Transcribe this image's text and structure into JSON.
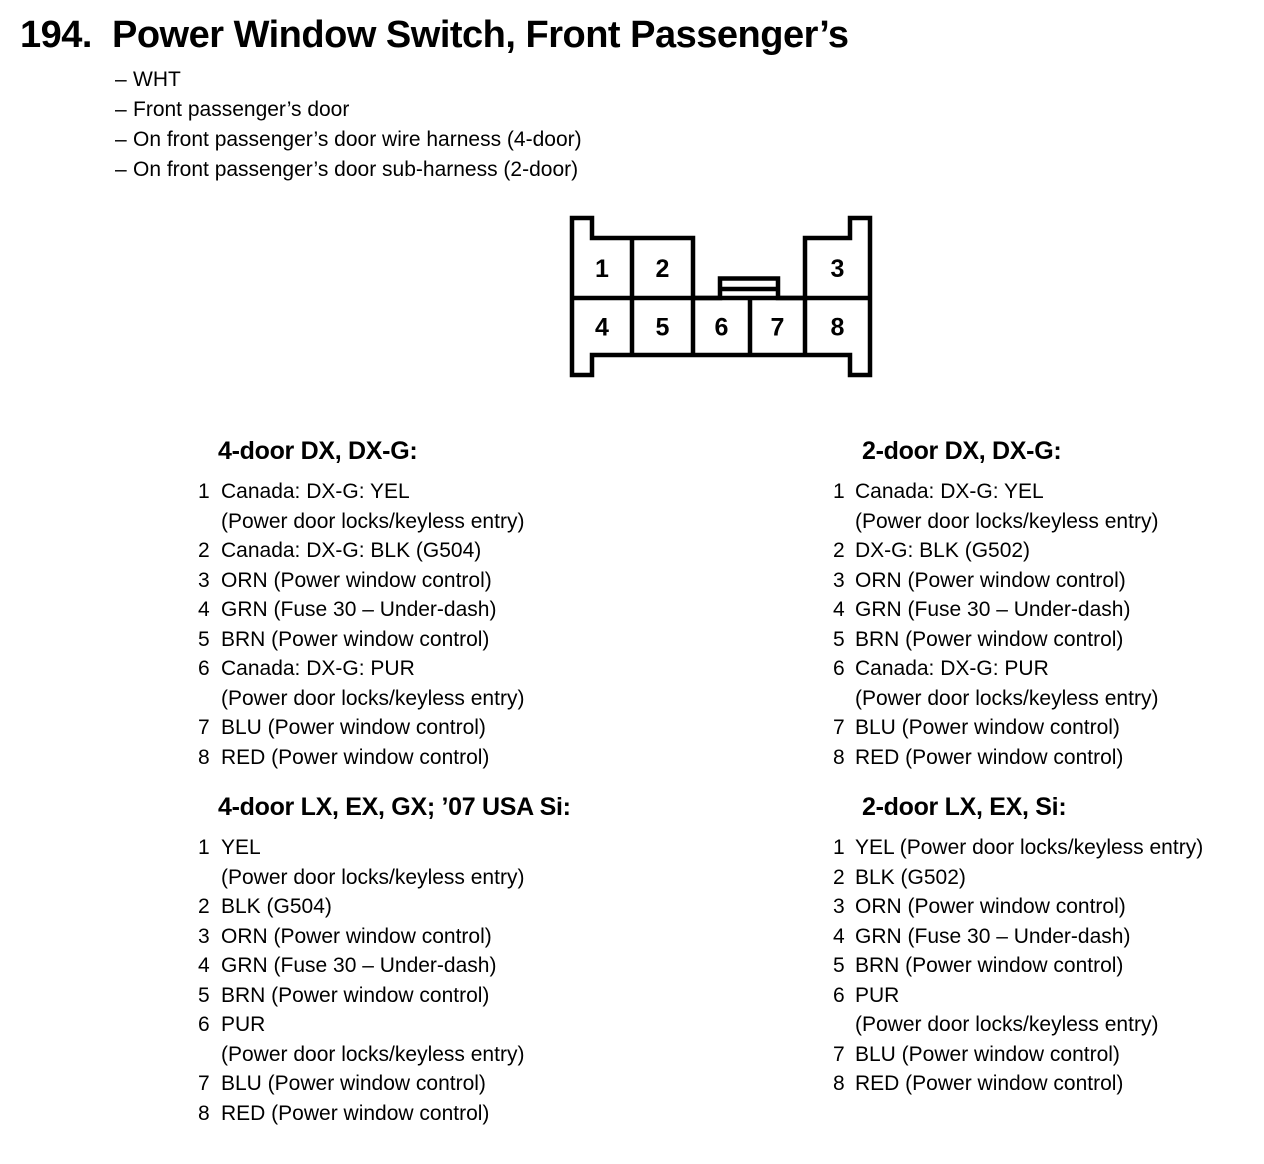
{
  "colors": {
    "ink": "#000000",
    "paper": "#ffffff"
  },
  "title": {
    "number": "194.",
    "text": "Power Window Switch, Front Passenger’s"
  },
  "bullet": "–",
  "notes": [
    "WHT",
    "Front passenger’s door",
    "On front passenger’s door wire harness (4-door)",
    "On front passenger’s door sub-harness (2-door)"
  ],
  "connector": {
    "pins": [
      "1",
      "2",
      "3",
      "4",
      "5",
      "6",
      "7",
      "8"
    ]
  },
  "sections": [
    {
      "heading": "4-door DX, DX-G:",
      "rows": [
        {
          "pin": "1",
          "text": "Canada: DX-G: YEL"
        },
        {
          "pin": "",
          "text": "(Power door locks/keyless entry)"
        },
        {
          "pin": "2",
          "text": "Canada: DX-G: BLK (G504)"
        },
        {
          "pin": "3",
          "text": "ORN (Power window control)"
        },
        {
          "pin": "4",
          "text": "GRN (Fuse 30 – Under-dash)"
        },
        {
          "pin": "5",
          "text": "BRN (Power window control)"
        },
        {
          "pin": "6",
          "text": "Canada: DX-G: PUR"
        },
        {
          "pin": "",
          "text": "(Power door locks/keyless entry)"
        },
        {
          "pin": "7",
          "text": "BLU (Power window control)"
        },
        {
          "pin": "8",
          "text": "RED (Power window control)"
        }
      ]
    },
    {
      "heading": "2-door DX, DX-G:",
      "rows": [
        {
          "pin": "1",
          "text": "Canada: DX-G: YEL"
        },
        {
          "pin": "",
          "text": "(Power door locks/keyless entry)"
        },
        {
          "pin": "2",
          "text": "DX-G: BLK (G502)"
        },
        {
          "pin": "3",
          "text": "ORN (Power window control)"
        },
        {
          "pin": "4",
          "text": "GRN (Fuse 30 – Under-dash)"
        },
        {
          "pin": "5",
          "text": "BRN (Power window control)"
        },
        {
          "pin": "6",
          "text": "Canada: DX-G: PUR"
        },
        {
          "pin": "",
          "text": "(Power door locks/keyless entry)"
        },
        {
          "pin": "7",
          "text": "BLU (Power window control)"
        },
        {
          "pin": "8",
          "text": "RED (Power window control)"
        }
      ]
    },
    {
      "heading": "4-door LX, EX, GX; ’07 USA Si:",
      "rows": [
        {
          "pin": "1",
          "text": "YEL"
        },
        {
          "pin": "",
          "text": "(Power door locks/keyless entry)"
        },
        {
          "pin": "2",
          "text": "BLK (G504)"
        },
        {
          "pin": "3",
          "text": "ORN (Power window control)"
        },
        {
          "pin": "4",
          "text": "GRN (Fuse 30 – Under-dash)"
        },
        {
          "pin": "5",
          "text": "BRN (Power window control)"
        },
        {
          "pin": "6",
          "text": "PUR"
        },
        {
          "pin": "",
          "text": "(Power door locks/keyless entry)"
        },
        {
          "pin": "7",
          "text": "BLU (Power window control)"
        },
        {
          "pin": "8",
          "text": "RED (Power window control)"
        }
      ]
    },
    {
      "heading": "2-door LX, EX, Si:",
      "rows": [
        {
          "pin": "1",
          "text": "YEL (Power door locks/keyless entry)"
        },
        {
          "pin": "2",
          "text": "BLK (G502)"
        },
        {
          "pin": "3",
          "text": "ORN (Power window control)"
        },
        {
          "pin": "4",
          "text": "GRN (Fuse 30 – Under-dash)"
        },
        {
          "pin": "5",
          "text": "BRN (Power window control)"
        },
        {
          "pin": "6",
          "text": "PUR"
        },
        {
          "pin": "",
          "text": "(Power door locks/keyless entry)"
        },
        {
          "pin": "7",
          "text": "BLU (Power window control)"
        },
        {
          "pin": "8",
          "text": "RED (Power window control)"
        }
      ]
    }
  ]
}
